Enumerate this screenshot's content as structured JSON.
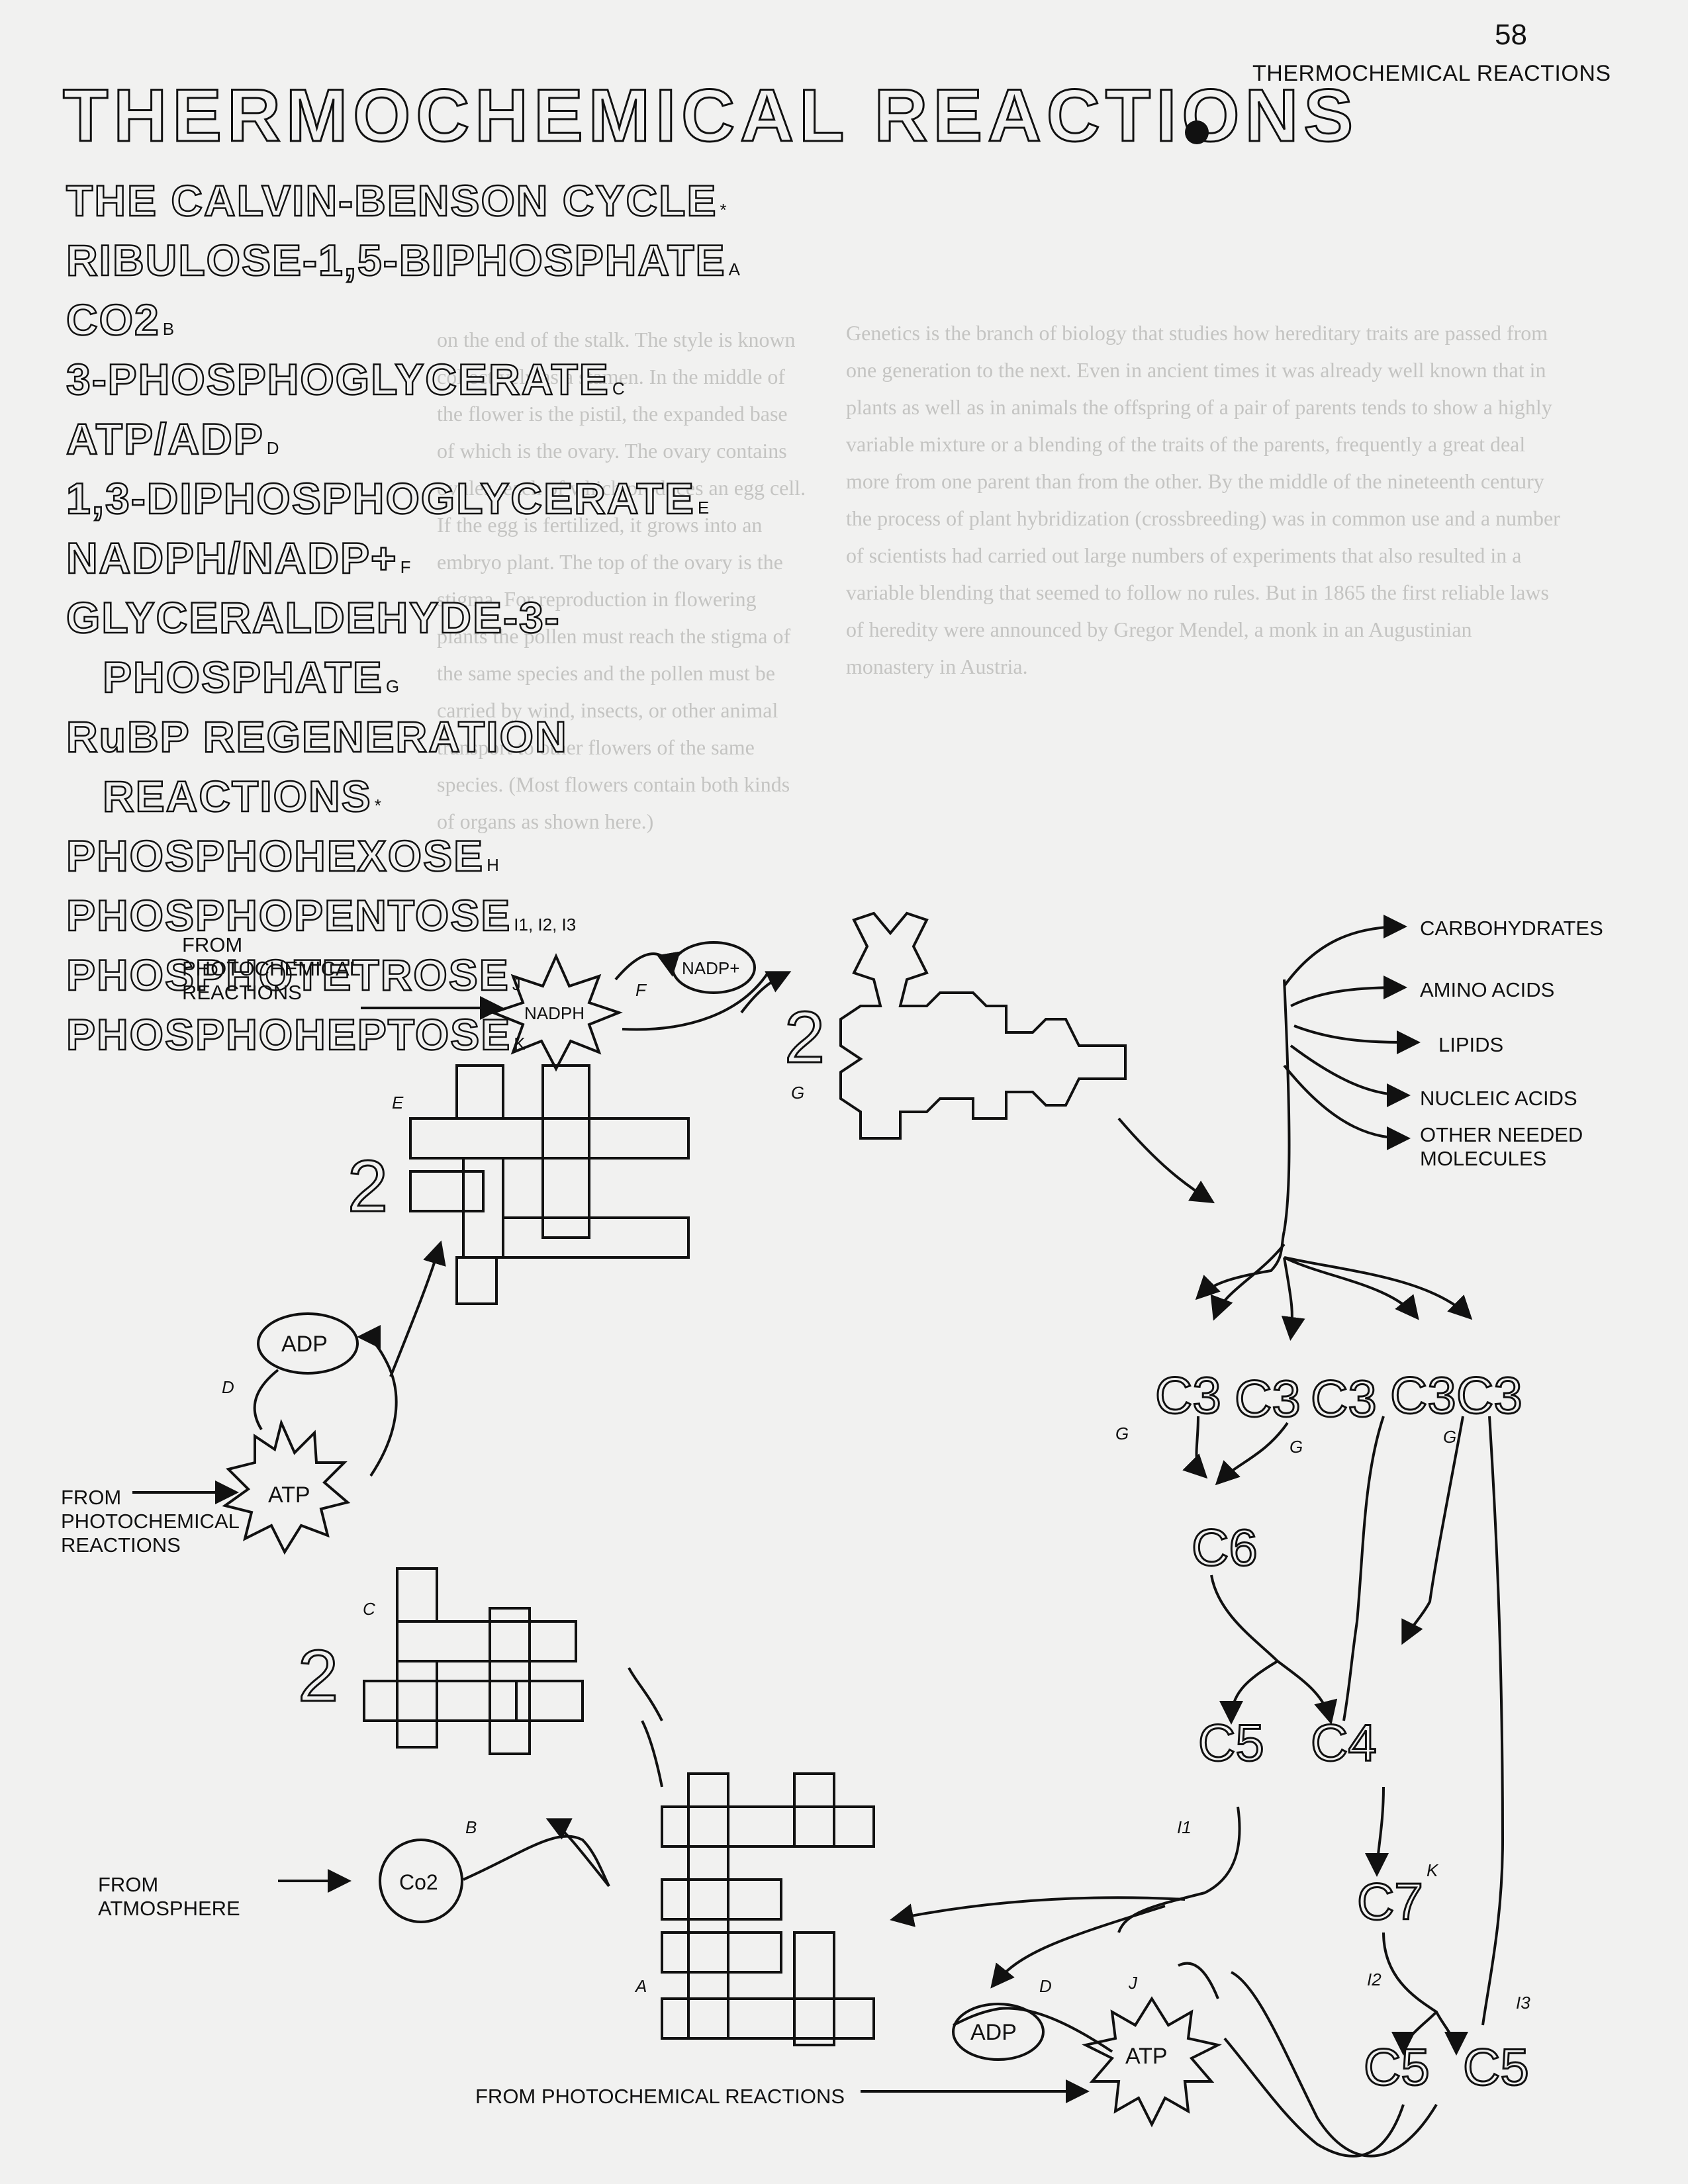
{
  "page": {
    "number": "58",
    "running_head": "THERMOCHEMICAL REACTIONS",
    "title": "THERMOCHEMICAL REACTIONS"
  },
  "headings": [
    {
      "text": "THE CALVIN-BENSON CYCLE",
      "mark": "*"
    },
    {
      "text": "RIBULOSE-1,5-BIPHOSPHATE",
      "mark": "A"
    },
    {
      "text": "CO2",
      "mark": "B"
    },
    {
      "text": "3-PHOSPHOGLYCERATE",
      "mark": "C"
    },
    {
      "text": "ATP/ADP",
      "mark": "D"
    },
    {
      "text": "1,3-DIPHOSPHOGLYCERATE",
      "mark": "E"
    },
    {
      "text": "NADPH/NADP+",
      "mark": "F"
    },
    {
      "text": "GLYCERALDEHYDE-3-",
      "mark": ""
    },
    {
      "text": "PHOSPHATE",
      "mark": "G",
      "indent": true
    },
    {
      "text": "RuBP REGENERATION",
      "mark": ""
    },
    {
      "text": "REACTIONS",
      "mark": "*",
      "indent": true
    },
    {
      "text": "PHOSPHOHEXOSE",
      "mark": "H"
    },
    {
      "text": "PHOSPHOPENTOSE",
      "mark": "I1, I2, I3"
    },
    {
      "text": "PHOSPHOTETROSE",
      "mark": "J"
    },
    {
      "text": "PHOSPHOHEPTOSE",
      "mark": "K"
    }
  ],
  "background_text": {
    "left_column": "on the end of the stalk. The style is known collectively as a stamen. In the middle of the flower is the pistil, the expanded base of which is the ovary. The ovary contains ovules, each of which produces an egg cell. If the egg is fertilized, it grows into an embryo plant. The top of the ovary is the stigma. For reproduction in flowering plants the pollen must reach the stigma of the same species and the pollen must be carried by wind, insects, or other animal transport to other flowers of the same species. (Most flowers contain both kinds of organs as shown here.)",
    "right_column": "Genetics is the branch of biology that studies how hereditary traits are passed from one generation to the next. Even in ancient times it was already well known that in plants as well as in animals the offspring of a pair of parents tends to show a highly variable mixture or a blending of the traits of the parents, frequently a great deal more from one parent than from the other. By the middle of the nineteenth century the process of plant hybridization (crossbreeding) was in common use and a number of scientists had carried out large numbers of experiments that also resulted in a variable blending that seemed to follow no rules. But in 1865 the first reliable laws of heredity were announced by Gregor Mendel, a monk in an Augustinian monastery in Austria."
  },
  "diagram": {
    "from_photochemical": "FROM\nPHOTOCHEMICAL\nREACTIONS",
    "from_photochemical_bottom": "FROM PHOTOCHEMICAL REACTIONS",
    "from_atmosphere": "FROM\nATMOSPHERE",
    "nadph": "NADPH",
    "nadp": "NADP+",
    "atp": "ATP",
    "adp": "ADP",
    "co2": "Co2",
    "two": "2",
    "products": [
      "CARBOHYDRATES",
      "AMINO ACIDS",
      "LIPIDS",
      "NUCLEIC ACIDS",
      "OTHER NEEDED\nMOLECULES"
    ],
    "c3": "C3",
    "c4": "C4",
    "c5": "C5",
    "c6": "C6",
    "c7": "C7",
    "marks": {
      "a": "A",
      "b": "B",
      "c": "C",
      "d": "D",
      "e": "E",
      "f": "F",
      "g": "G",
      "i1": "I1",
      "i2": "I2",
      "i3": "I3",
      "j": "J",
      "k": "K"
    }
  }
}
